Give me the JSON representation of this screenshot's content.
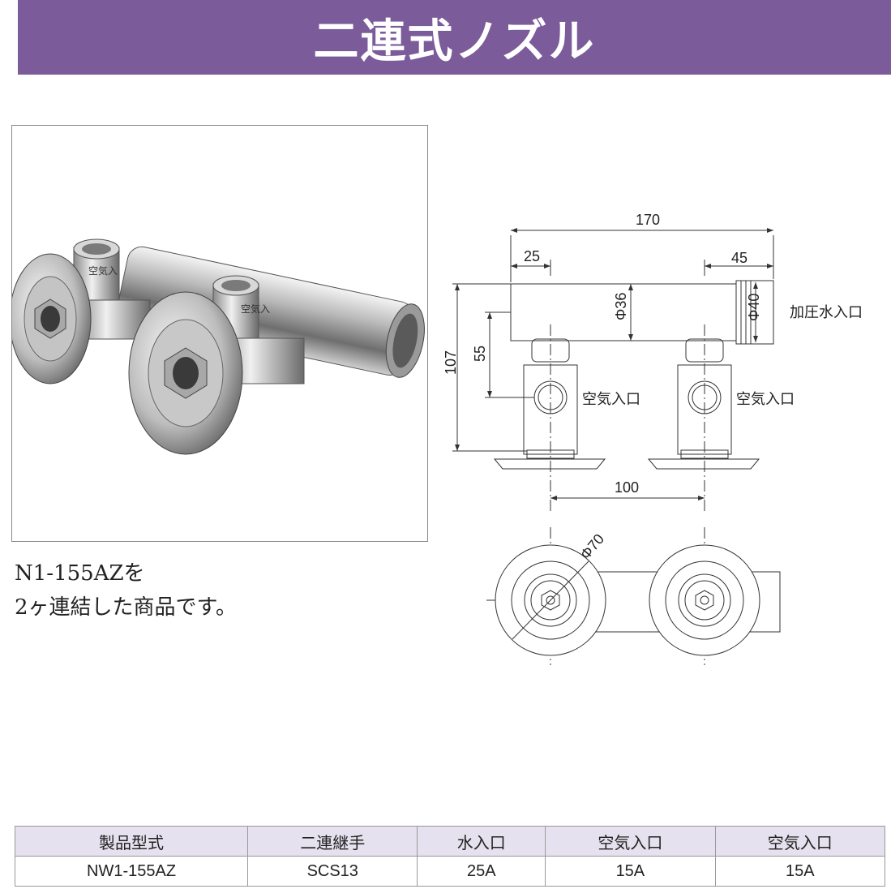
{
  "header": {
    "title": "二連式ノズル"
  },
  "caption": {
    "line1": "N1-155AZを",
    "line2": "2ヶ連結した商品です。"
  },
  "photo": {
    "label1": "空気入",
    "label2": "空気入"
  },
  "drawing": {
    "dims": {
      "overall_length": "170",
      "left_offset": "25",
      "right_offset": "45",
      "height_total": "107",
      "height_air": "55",
      "pipe_dia": "Φ36",
      "inlet_dia": "Φ40",
      "spacing": "100",
      "flange_dia": "Φ70"
    },
    "labels": {
      "water_inlet": "加圧水入口",
      "air_inlet_left": "空気入口",
      "air_inlet_right": "空気入口"
    }
  },
  "spec_table": {
    "headers": [
      "製品型式",
      "二連継手",
      "水入口",
      "空気入口",
      "空気入口"
    ],
    "rows": [
      [
        "NW1-155AZ",
        "SCS13",
        "25A",
        "15A",
        "15A"
      ]
    ]
  }
}
